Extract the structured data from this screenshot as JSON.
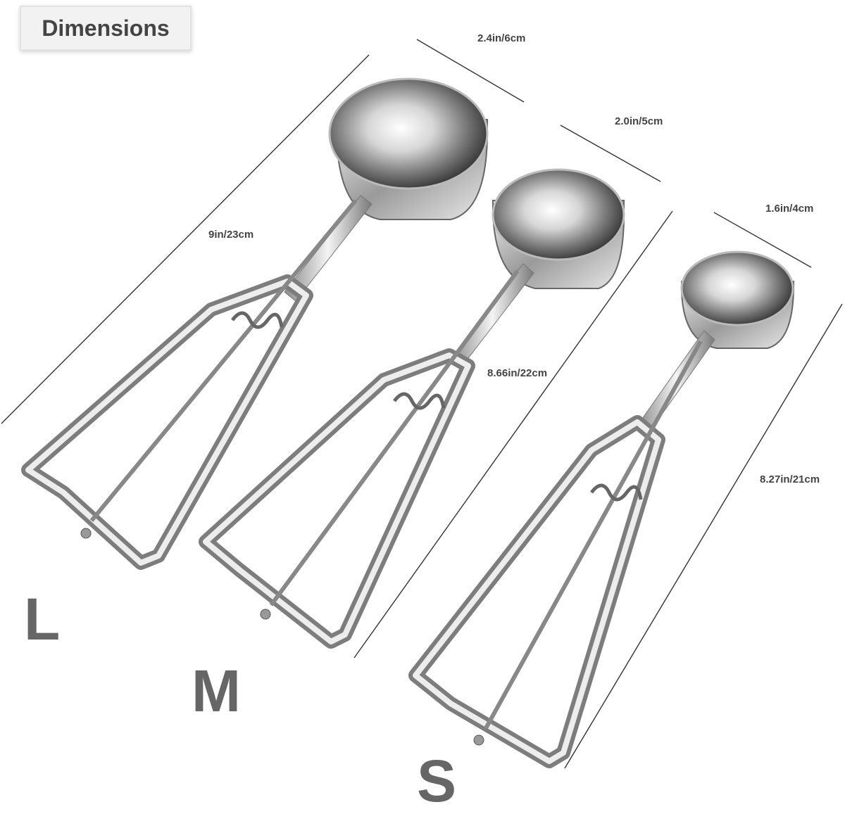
{
  "title": "Dimensions",
  "labels": {
    "large_length": "9in/23cm",
    "large_bowl": "2.4in/6cm",
    "medium_bowl": "2.0in/5cm",
    "medium_length": "8.66in/22cm",
    "small_bowl": "1.6in/4cm",
    "small_length": "8.27in/21cm"
  },
  "sizes": {
    "large": "L",
    "medium": "M",
    "small": "S"
  },
  "colors": {
    "text": "#444444",
    "letter": "#666666",
    "line": "#333333"
  }
}
